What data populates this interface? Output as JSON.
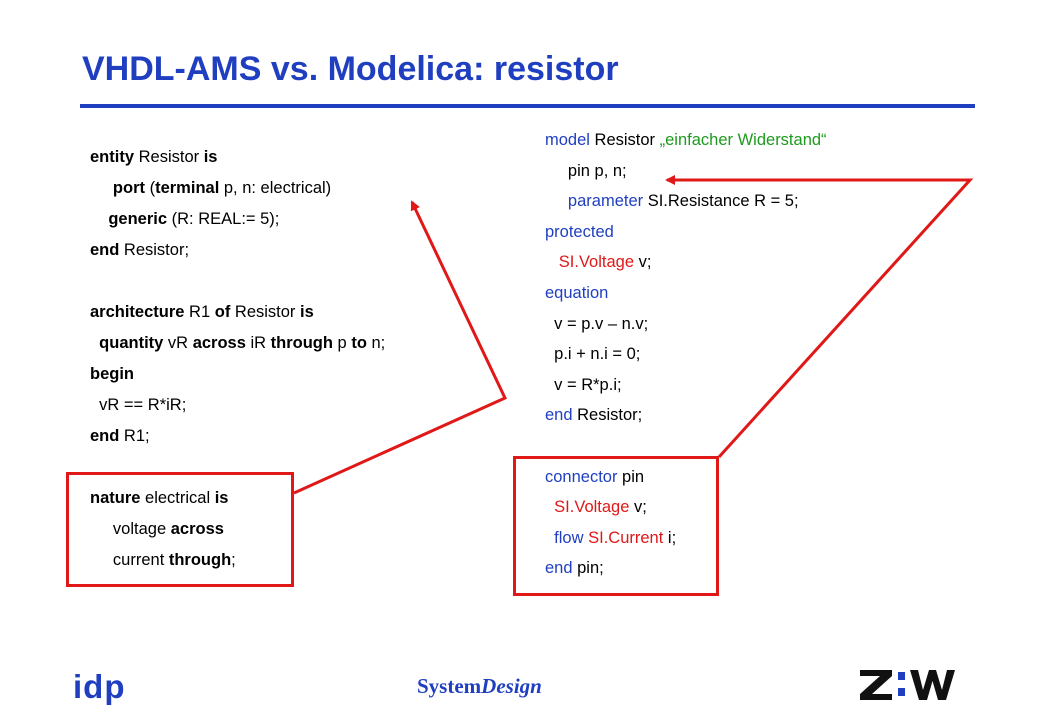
{
  "slide": {
    "title": "VHDL-AMS vs. Modelica: resistor"
  },
  "vhdl": {
    "lines": [
      [
        {
          "t": "entity",
          "s": "b"
        },
        {
          "t": " Resistor "
        },
        {
          "t": "is",
          "s": "b"
        }
      ],
      [
        {
          "t": "     "
        },
        {
          "t": "port",
          "s": "b"
        },
        {
          "t": " ("
        },
        {
          "t": "terminal",
          "s": "b"
        },
        {
          "t": " p, n: electrical)"
        }
      ],
      [
        {
          "t": "    "
        },
        {
          "t": "generic",
          "s": "b"
        },
        {
          "t": " (R: REAL:= 5);"
        }
      ],
      [
        {
          "t": "end",
          "s": "b"
        },
        {
          "t": " Resistor;"
        }
      ],
      [],
      [
        {
          "t": "architecture",
          "s": "b"
        },
        {
          "t": " R1 "
        },
        {
          "t": "of",
          "s": "b"
        },
        {
          "t": " Resistor "
        },
        {
          "t": "is",
          "s": "b"
        }
      ],
      [
        {
          "t": "  "
        },
        {
          "t": "quantity",
          "s": "b"
        },
        {
          "t": " vR "
        },
        {
          "t": "across",
          "s": "b"
        },
        {
          "t": " iR "
        },
        {
          "t": "through",
          "s": "b"
        },
        {
          "t": " p "
        },
        {
          "t": "to",
          "s": "b"
        },
        {
          "t": " n;"
        }
      ],
      [
        {
          "t": "begin",
          "s": "b"
        }
      ],
      [
        {
          "t": "  vR == R*iR;"
        }
      ],
      [
        {
          "t": "end",
          "s": "b"
        },
        {
          "t": " R1;"
        }
      ],
      [],
      [
        {
          "t": "nature",
          "s": "b"
        },
        {
          "t": " electrical "
        },
        {
          "t": "is",
          "s": "b"
        }
      ],
      [
        {
          "t": "     voltage "
        },
        {
          "t": "across",
          "s": "b"
        }
      ],
      [
        {
          "t": "     current "
        },
        {
          "t": "through",
          "s": "b"
        },
        {
          "t": ";"
        }
      ]
    ]
  },
  "modelica": {
    "lines": [
      [
        {
          "t": "model",
          "s": "blue"
        },
        {
          "t": " Resistor "
        },
        {
          "t": "„einfacher Widerstand“",
          "s": "green"
        }
      ],
      [
        {
          "t": "     pin p, n;"
        }
      ],
      [
        {
          "t": "     "
        },
        {
          "t": "parameter",
          "s": "blue"
        },
        {
          "t": " SI.Resistance R = 5;"
        }
      ],
      [
        {
          "t": "protected",
          "s": "blue"
        }
      ],
      [
        {
          "t": "   "
        },
        {
          "t": "SI.Voltage",
          "s": "red"
        },
        {
          "t": " v;"
        }
      ],
      [
        {
          "t": "equation",
          "s": "blue"
        }
      ],
      [
        {
          "t": "  v = p.v – n.v;"
        }
      ],
      [
        {
          "t": "  p.i + n.i = 0;"
        }
      ],
      [
        {
          "t": "  v = R*p.i;"
        }
      ],
      [
        {
          "t": "end",
          "s": "blue"
        },
        {
          "t": " Resistor;"
        }
      ],
      [],
      [
        {
          "t": "connector",
          "s": "blue"
        },
        {
          "t": " pin"
        }
      ],
      [
        {
          "t": "  "
        },
        {
          "t": "SI.Voltage",
          "s": "red"
        },
        {
          "t": " v;"
        }
      ],
      [
        {
          "t": "  "
        },
        {
          "t": "flow",
          "s": "blue"
        },
        {
          "t": " "
        },
        {
          "t": "SI.Current",
          "s": "red"
        },
        {
          "t": " i;"
        }
      ],
      [
        {
          "t": "end",
          "s": "blue"
        },
        {
          "t": " pin;"
        }
      ]
    ]
  },
  "footer": {
    "idp_logo": "idp",
    "systemdesign_bold": "System",
    "systemdesign_italic": "Design",
    "ziw_logo": "Z:W"
  },
  "colors": {
    "accent_blue": "#1f3fc0",
    "highlight_red": "#e01818",
    "string_green": "#1f9a1f"
  }
}
